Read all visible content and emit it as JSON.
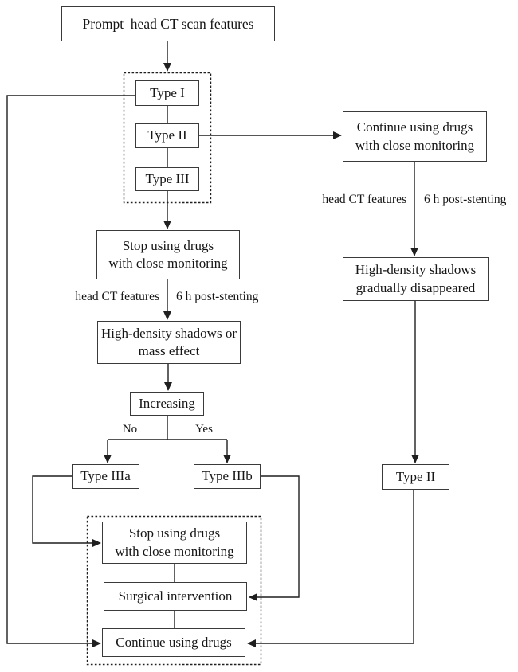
{
  "nodes": {
    "prompt": "Prompt  head CT scan features",
    "type_i": "Type I",
    "type_ii": "Type II",
    "type_iii": "Type III",
    "continue_drugs_monitoring": "Continue using drugs\nwith close monitoring",
    "stop_drugs_monitoring": "Stop using drugs\nwith close monitoring",
    "high_density_or_mass": "High-density shadows or\nmass effect",
    "increasing": "Increasing",
    "type_iiia": "Type IIIa",
    "type_iiib": "Type IIIb",
    "high_density_disappeared": "High-density shadows\ngradually disappeared",
    "type_ii_outcome": "Type II",
    "stop_drugs_monitoring_2": "Stop using drugs\nwith close monitoring",
    "surgical_intervention": "Surgical intervention",
    "continue_using_drugs": "Continue using drugs"
  },
  "edge_labels": {
    "no": "No",
    "yes": "Yes",
    "head_ct_features_mid": "head CT features",
    "post_stenting_mid": "6 h post-stenting",
    "head_ct_features_right": "head CT features",
    "post_stenting_right": "6 h post-stenting"
  },
  "colors": {
    "line": "#1f1f1f",
    "box_border": "#3a3a3a",
    "background": "#ffffff",
    "text": "#161616"
  }
}
